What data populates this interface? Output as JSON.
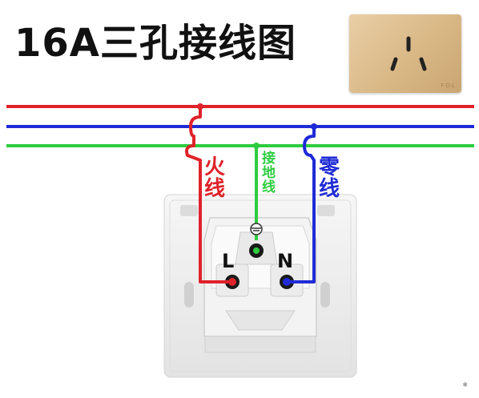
{
  "title": "16A三孔接线图",
  "labels": {
    "live": "火线",
    "ground": "接地线",
    "neutral": "零线",
    "terminal_l": "L",
    "terminal_n": "N",
    "ground_symbol": "⏚"
  },
  "thumbnail": {
    "brand_text": "F·D·L"
  },
  "watermark_text": "✱",
  "colors": {
    "live": "#e0222a",
    "neutral": "#1f2bd6",
    "ground": "#2ecc40",
    "panel": "#efefef",
    "thumbnail": "#dcbf90"
  }
}
